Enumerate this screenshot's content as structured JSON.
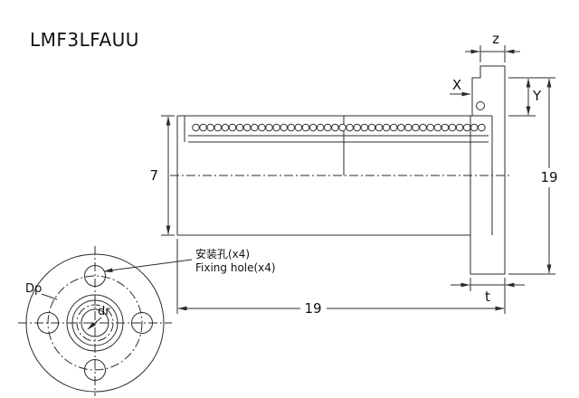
{
  "title": "LMF3LFAUU",
  "colors": {
    "line": "#2b2b2b",
    "text": "#111111",
    "background": "#ffffff"
  },
  "side_view": {
    "dim_z": "z",
    "dim_x": "X",
    "dim_y": "Y",
    "dim_outer_diameter": "7",
    "dim_flange_diameter": "19",
    "dim_length": "19",
    "dim_flange_thickness": "t"
  },
  "front_view": {
    "dim_pitch_circle": "Dp",
    "dim_bore": "dr",
    "note_line1": "安装孔(x4)",
    "note_line2": "Fixing hole(x4)"
  }
}
